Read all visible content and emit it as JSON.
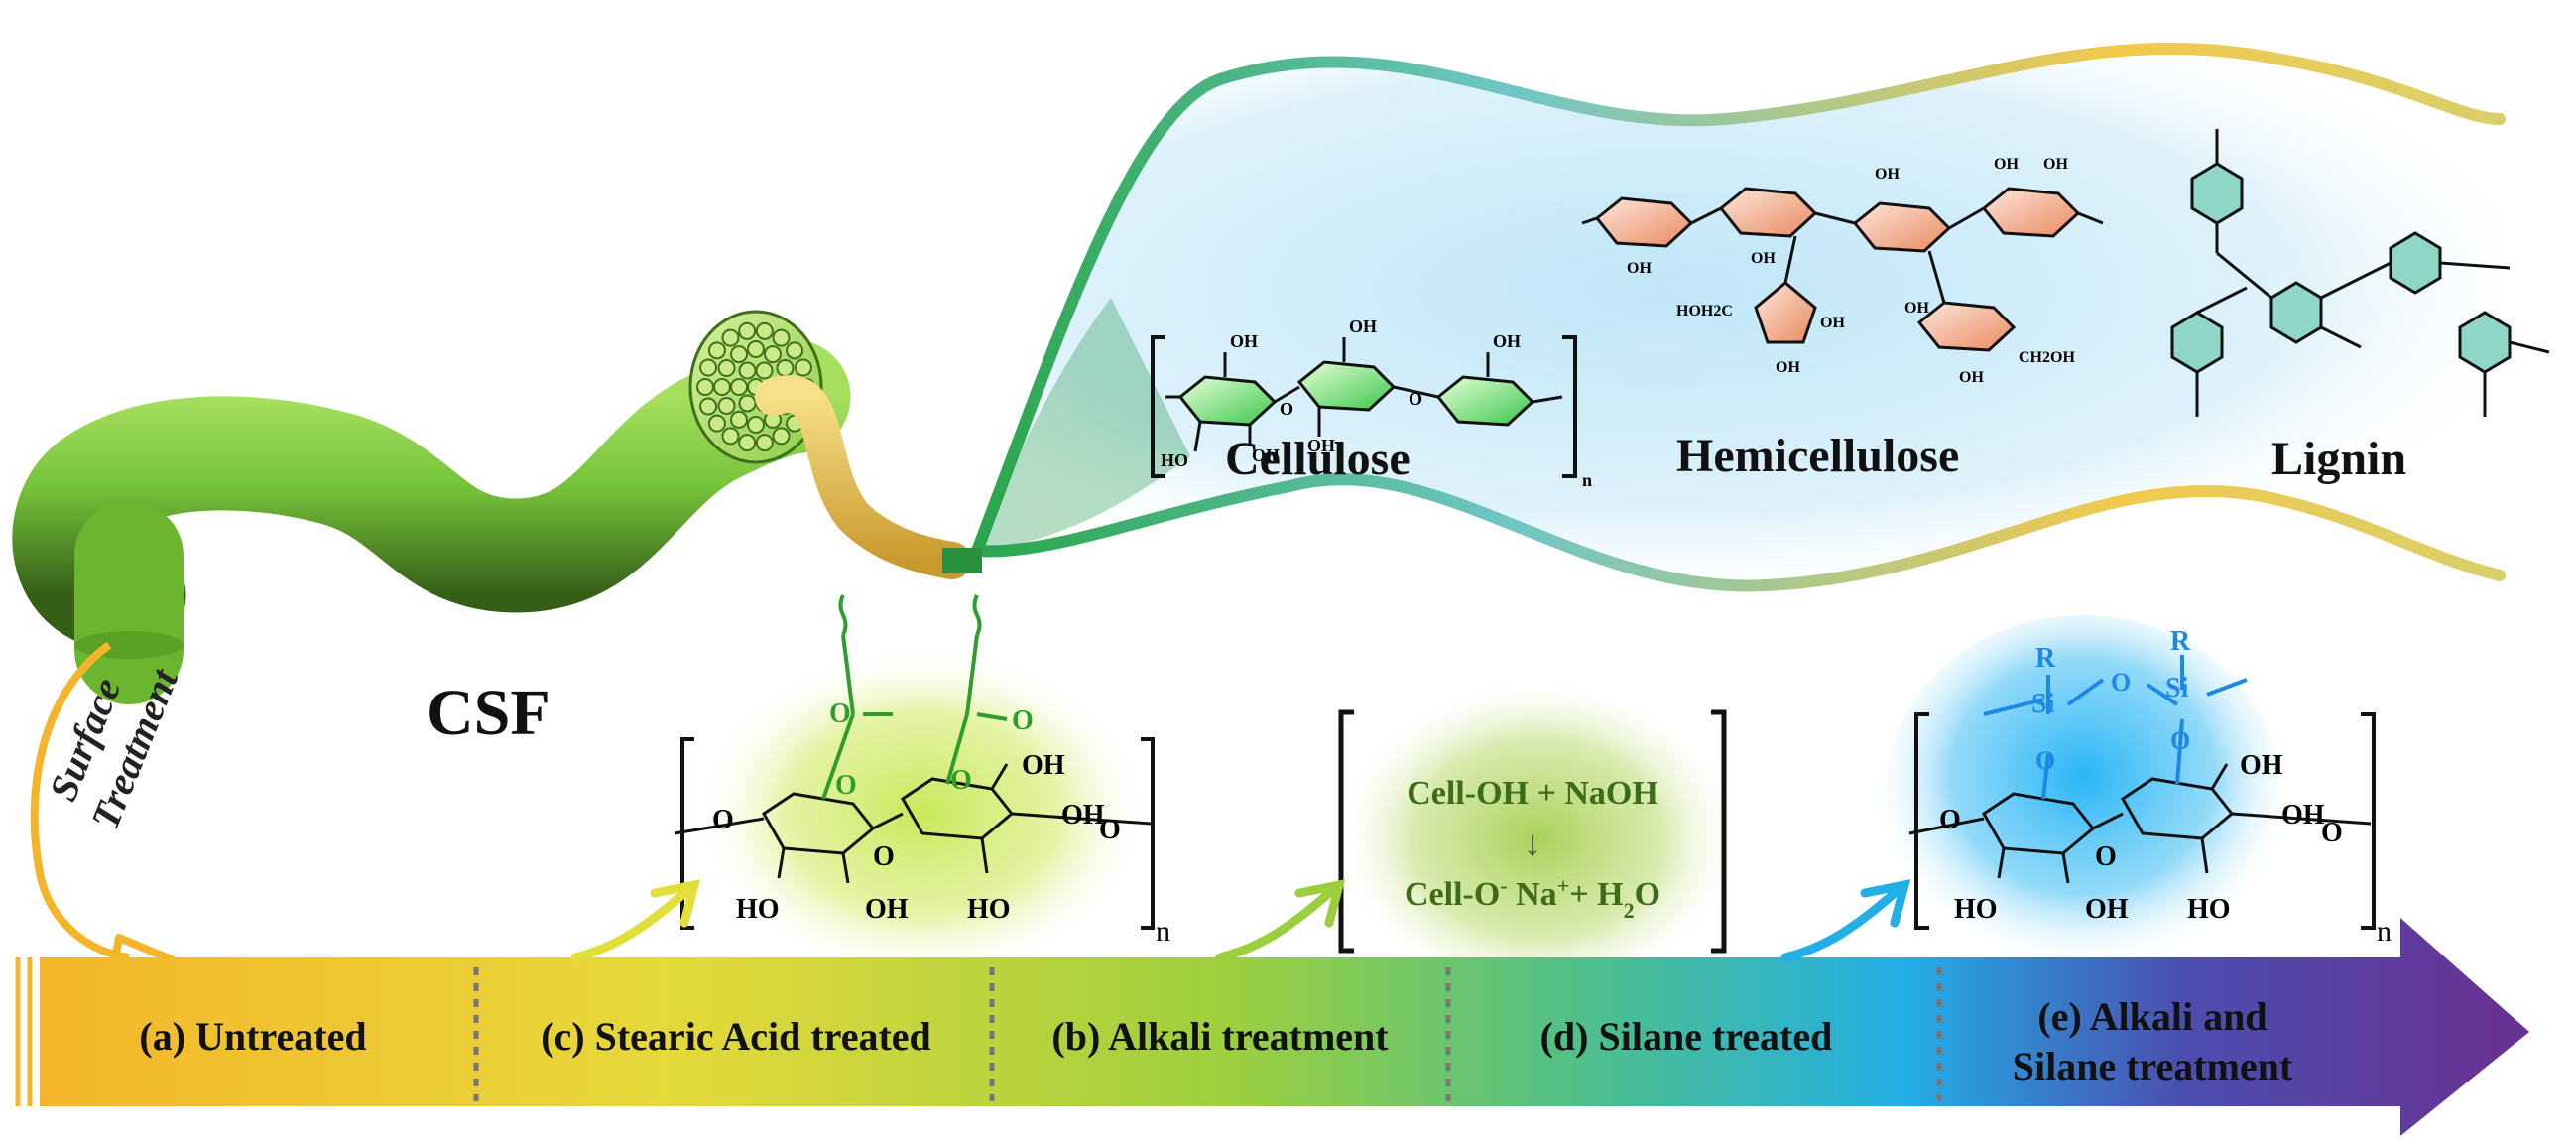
{
  "fiber_label": "CSF",
  "surface_treatment": {
    "line1": "Surface",
    "line2": "Treatment"
  },
  "components": {
    "cellulose": "Cellulose",
    "hemicellulose": "Hemicellulose",
    "lignin": "Lignin",
    "repeat_n": "n"
  },
  "chem_labels": {
    "oh": "OH",
    "ho": "HO",
    "o": "O",
    "si": "Si",
    "r": "R",
    "ch2oh": "CH2OH",
    "hoh2c": "HOH2C",
    "n": "n"
  },
  "alkali_reaction": {
    "line1": "Cell-OH + NaOH",
    "arrow": "↓",
    "line2_a": "Cell-O",
    "line2_sup1": "-",
    "line2_b": " Na",
    "line2_sup2": "+",
    "line2_c": "+ H",
    "line2_sub": "2",
    "line2_d": "O"
  },
  "stages": [
    {
      "label": "(a) Untreated"
    },
    {
      "label": "(c) Stearic Acid treated"
    },
    {
      "label": "(b) Alkali treatment"
    },
    {
      "label": "(d) Silane treated"
    },
    {
      "label": "(e) Alkali and",
      "label2": "Silane treatment"
    }
  ],
  "colors": {
    "fiber_green": "#7cc43a",
    "fiber_tip": "#f0c75a",
    "arrow_start": "#f4b62c",
    "arrow_mid": "#a8cf3a",
    "arrow_blue": "#24a9e1",
    "arrow_end": "#6b2f91",
    "stearic_green": "#2e9e2b",
    "silane_blue": "#1e88e5",
    "text_dark": "#111111"
  }
}
